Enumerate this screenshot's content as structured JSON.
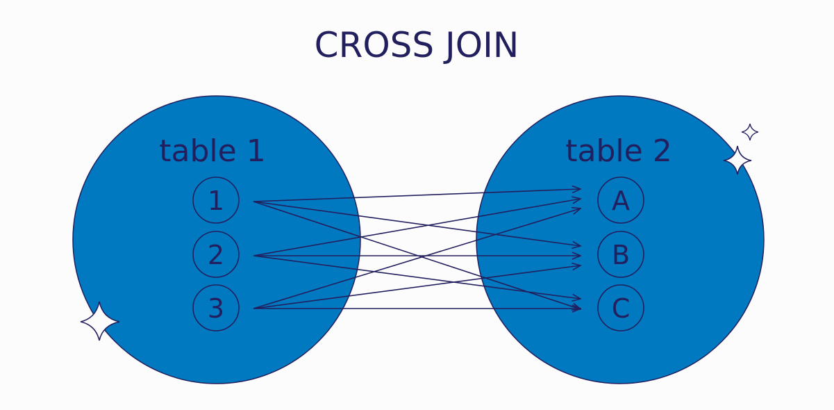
{
  "title": "CROSS JOIN",
  "colors": {
    "circle_fill": "#0179c0",
    "ink": "#221f5e",
    "background": "#fcfcfc"
  },
  "table1": {
    "label": "table 1",
    "items": [
      "1",
      "2",
      "3"
    ]
  },
  "table2": {
    "label": "table 2",
    "items": [
      "A",
      "B",
      "C"
    ]
  },
  "connections": "every item of table 1 connects to every item of table 2",
  "decorations": [
    "sparkle-icon",
    "sparkle-icon",
    "sparkle-icon"
  ]
}
